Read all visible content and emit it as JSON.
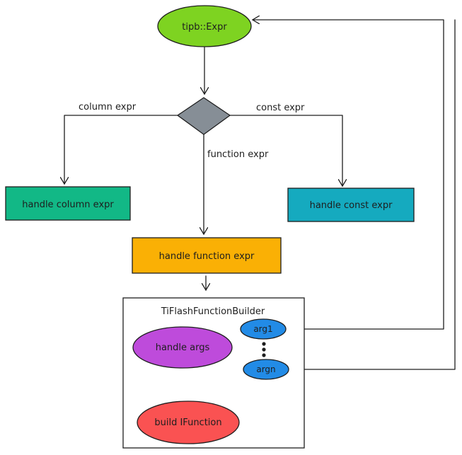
{
  "nodes": {
    "start": {
      "label": "tipb::Expr",
      "color": "#7ed321"
    },
    "decision": {
      "label": "",
      "color": "#868e96"
    },
    "column": {
      "label": "handle column expr",
      "color": "#12b886"
    },
    "const": {
      "label": "handle const expr",
      "color": "#15aabf"
    },
    "function": {
      "label": "handle function expr",
      "color": "#fab005"
    },
    "builder": {
      "label": "TiFlashFunctionBuilder",
      "color": "#ffffff"
    },
    "args": {
      "label": "handle args",
      "color": "#be4bdb"
    },
    "arg1": {
      "label": "arg1",
      "color": "#228be6"
    },
    "argn": {
      "label": "argn",
      "color": "#228be6"
    },
    "build": {
      "label": "build IFunction",
      "color": "#fa5252"
    }
  },
  "edges": {
    "column_expr": "column expr",
    "function_expr": "function expr",
    "const_expr": "const expr"
  }
}
